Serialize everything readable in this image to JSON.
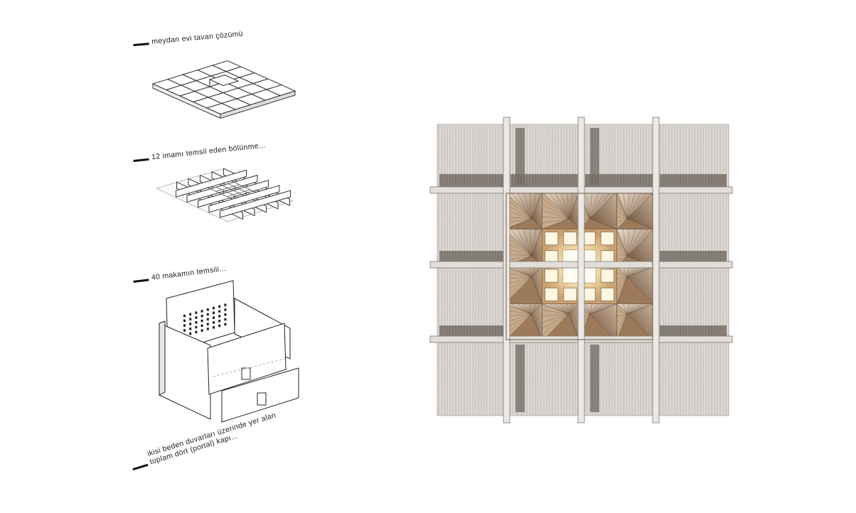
{
  "labels": {
    "ceiling": "meydan evi tavan çözümü",
    "imams": "12 imamı temsil eden bölünme...",
    "makams": "40 makamın temsili...",
    "portals_line1": "ikisi beden duvarları üzerinde yer alan",
    "portals_line2": "toplam dört (portal) kapı..."
  },
  "colors": {
    "ink": "#111111",
    "wood_light": "#d8d4cf",
    "wood_dark": "#6b635c",
    "light_glow": "#f4d59a"
  }
}
